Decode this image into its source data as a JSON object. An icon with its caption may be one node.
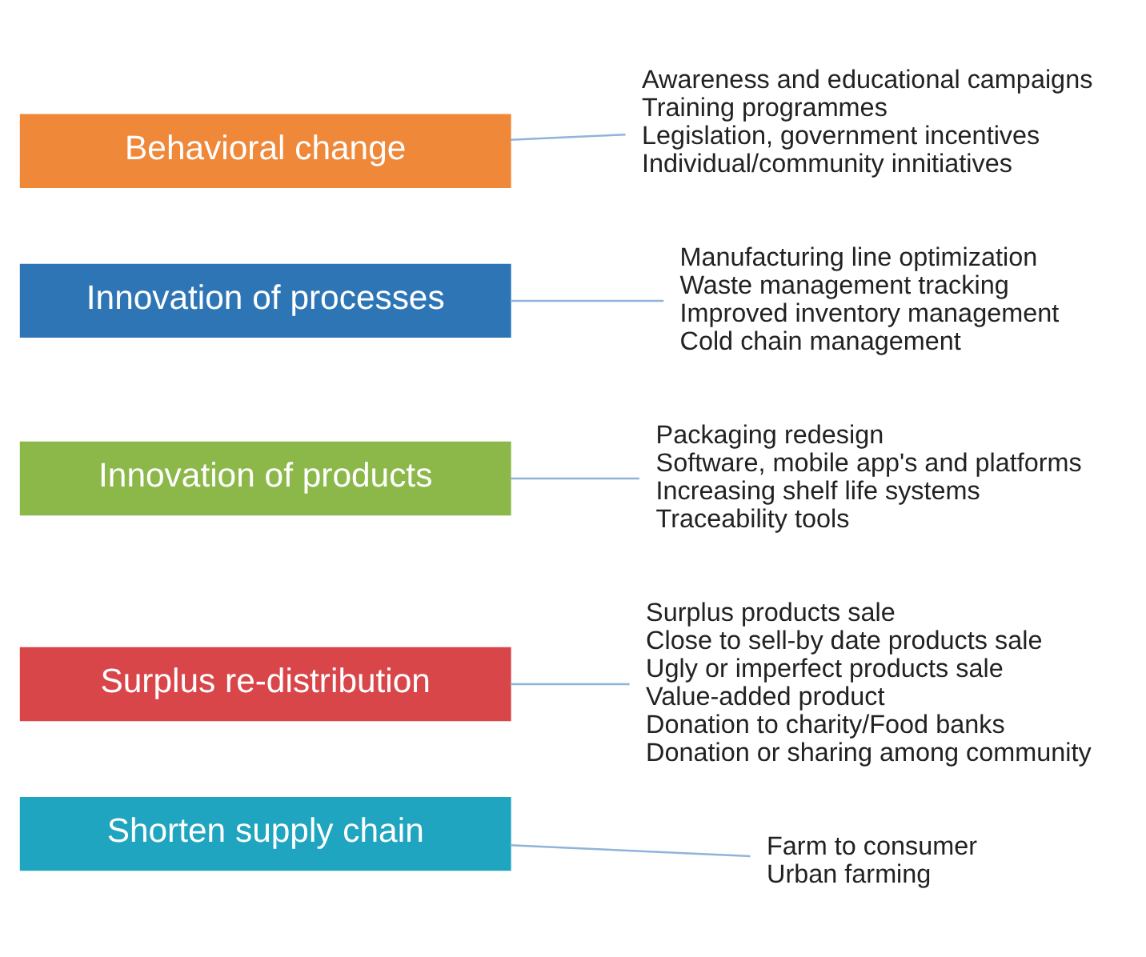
{
  "diagram": {
    "nodes": [
      {
        "text": [
          "Behavioral change"
        ]
      },
      {
        "text": [
          "Awareness and educational campaigns",
          "Training programmes",
          "Legislation, government incentives",
          "Individual/community innitiatives"
        ]
      },
      {
        "text": [
          "Innovation of processes"
        ]
      },
      {
        "text": [
          "Manufacturing line optimization",
          "Waste management tracking",
          "Improved inventory management",
          "Cold chain management"
        ]
      },
      {
        "text": [
          "Innovation of products"
        ]
      },
      {
        "text": [
          "Packaging redesign",
          "Software, mobile app's and platforms",
          "Increasing shelf life systems",
          "Traceability tools"
        ]
      },
      {
        "text": [
          "Surplus re-distribution"
        ]
      },
      {
        "text": [
          "Surplus products sale",
          "Close to sell-by date products sale",
          "Ugly or imperfect products sale",
          "Value-added product",
          "Donation to charity/Food banks",
          "Donation or sharing among community"
        ]
      },
      {
        "text": [
          "Shorten supply chain"
        ]
      },
      {
        "text": [
          "Farm to consumer",
          "Urban farming"
        ]
      }
    ],
    "edges": [
      {
        "from": 0,
        "to": 1,
        "arrow": "none"
      },
      {
        "from": 2,
        "to": 3,
        "arrow": "none"
      },
      {
        "from": 4,
        "to": 5,
        "arrow": "none"
      },
      {
        "from": 6,
        "to": 7,
        "arrow": "none"
      },
      {
        "from": 8,
        "to": 9,
        "arrow": "none"
      }
    ]
  }
}
